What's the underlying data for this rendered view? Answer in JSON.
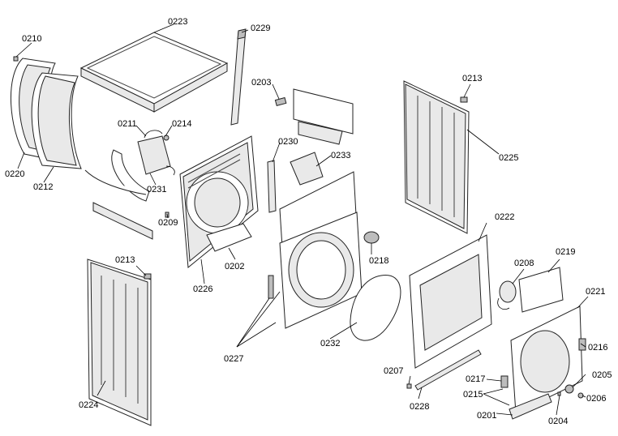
{
  "labels": {
    "l0201": "0201",
    "l0202": "0202",
    "l0203": "0203",
    "l0204": "0204",
    "l0205": "0205",
    "l0206": "0206",
    "l0207": "0207",
    "l0208": "0208",
    "l0209": "0209",
    "l0210": "0210",
    "l0211": "0211",
    "l0212": "0212",
    "l0213a": "0213",
    "l0213b": "0213",
    "l0214": "0214",
    "l0215": "0215",
    "l0216": "0216",
    "l0217": "0217",
    "l0218": "0218",
    "l0219": "0219",
    "l0220": "0220",
    "l0221": "0221",
    "l0222": "0222",
    "l0223": "0223",
    "l0224": "0224",
    "l0225": "0225",
    "l0226": "0226",
    "l0227": "0227",
    "l0228": "0228",
    "l0229": "0229",
    "l0230": "0230",
    "l0231": "0231",
    "l0232": "0232",
    "l0233": "0233"
  }
}
